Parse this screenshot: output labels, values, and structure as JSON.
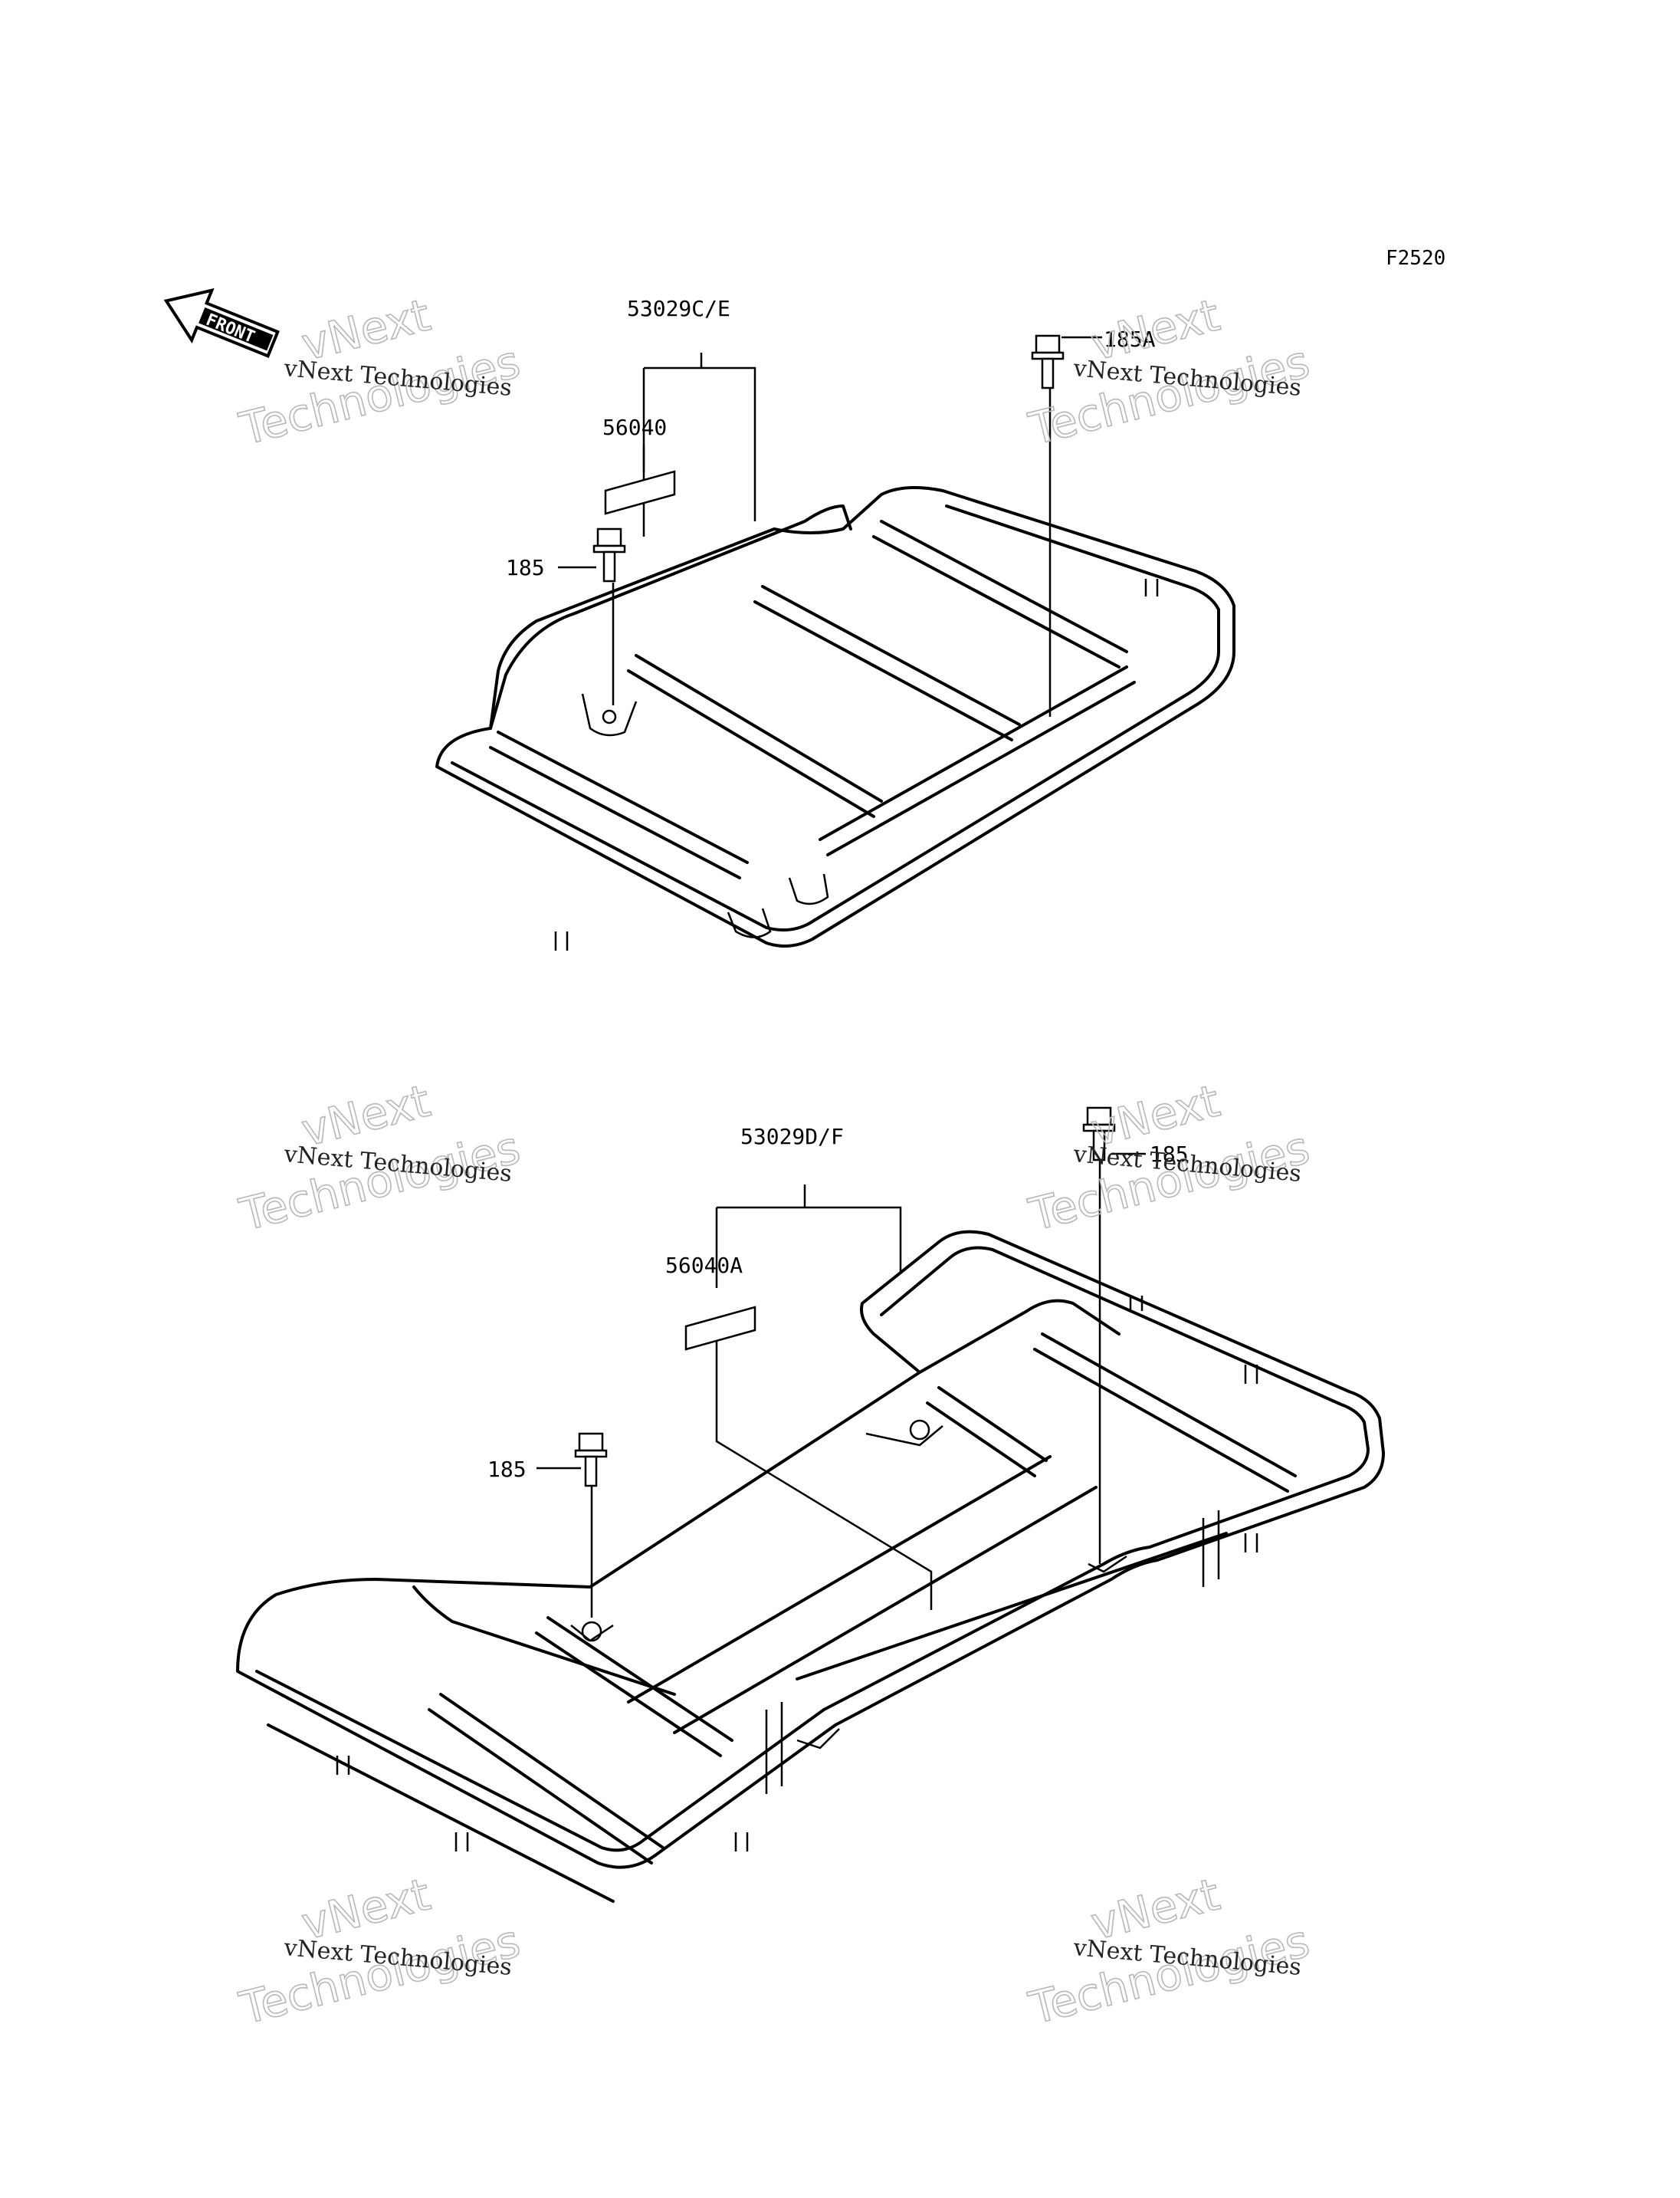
{
  "figure_code": "F2520",
  "front_marker": "FRONT",
  "watermark": {
    "line_small": "vNext Technologies",
    "line_big_top": "vNext",
    "line_big_bottom": "Technologies"
  },
  "upper_assembly": {
    "carrier_part": "53029C/E",
    "label_part": "56040",
    "bolt_left": "185",
    "bolt_right": "185A"
  },
  "lower_assembly": {
    "carrier_part": "53029D/F",
    "label_part": "56040A",
    "bolt_left": "185",
    "bolt_right": "185"
  }
}
